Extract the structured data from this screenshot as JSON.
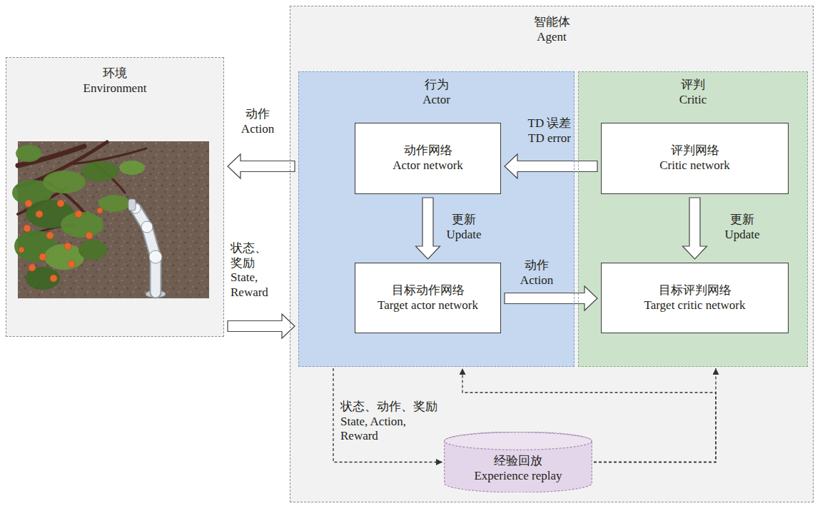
{
  "diagram": {
    "nodes": [
      {
        "text": [
          "环境 Environment"
        ]
      },
      {
        "text": [
          "智能体 Agent"
        ]
      },
      {
        "text": [
          "行为 Actor"
        ],
        "in": 1
      },
      {
        "text": [
          "动作网络 Actor network"
        ],
        "in": 2
      },
      {
        "text": [
          "目标动作网络 Target actor network"
        ],
        "in": 2
      },
      {
        "text": [
          "评判 Critic"
        ],
        "in": 1
      },
      {
        "text": [
          "评判网络 Critic network"
        ],
        "in": 5
      },
      {
        "text": [
          "目标评判网络 Target critic network"
        ],
        "in": 5
      },
      {
        "text": [
          "经验回放 Experience replay"
        ],
        "in": 1
      }
    ],
    "edges": [
      {
        "from": 2,
        "to": 0,
        "label": "动作 Action",
        "arrow": "to"
      },
      {
        "from": 0,
        "to": 2,
        "label": "状态、 奖励 State, Reward",
        "arrow": "to"
      },
      {
        "from": 6,
        "to": 3,
        "label": "TD 误差 TD error",
        "arrow": "to"
      },
      {
        "from": 3,
        "to": 4,
        "label": "更新 Update",
        "arrow": "to"
      },
      {
        "from": 6,
        "to": 7,
        "label": "更新 Update",
        "arrow": "to"
      },
      {
        "from": 4,
        "to": 7,
        "label": "动作 Action",
        "arrow": "to"
      },
      {
        "from": 2,
        "to": 8,
        "label": "状态、动作、奖励 State, Action, Reward",
        "arrow": "to"
      },
      {
        "from": 8,
        "to": 2,
        "arrow": "to"
      },
      {
        "from": 8,
        "to": 5,
        "arrow": "to"
      }
    ]
  }
}
